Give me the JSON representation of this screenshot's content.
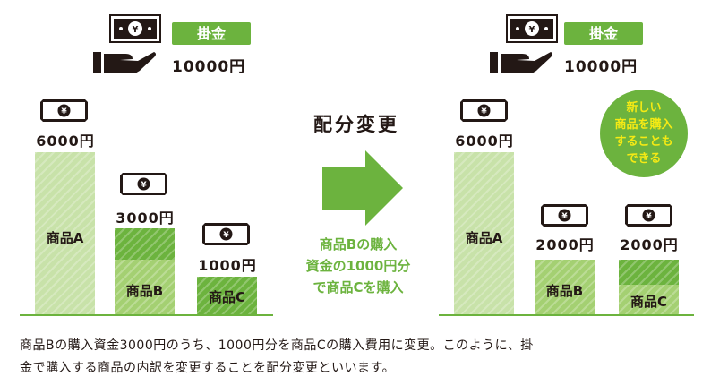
{
  "title": "配分変更",
  "before": {
    "total_label": "掛金",
    "total_amount": "10000円",
    "items": [
      {
        "name": "商品A",
        "amount": "6000円"
      },
      {
        "name": "商品B",
        "amount": "3000円"
      },
      {
        "name": "商品C",
        "amount": "1000円"
      }
    ]
  },
  "after": {
    "total_label": "掛金",
    "total_amount": "10000円",
    "items": [
      {
        "name": "商品A",
        "amount": "6000円"
      },
      {
        "name": "商品B",
        "amount": "2000円"
      },
      {
        "name": "商品C",
        "amount": "2000円"
      }
    ],
    "note_bubble": [
      "新しい",
      "商品を購入",
      "することも",
      "できる"
    ]
  },
  "arrow_note": [
    "商品Bの購入",
    "資金の1000円分",
    "で商品Cを購入"
  ],
  "caption": [
    "商品Bの購入資金3000円のうち、1000円分を商品Cの購入費用に変更。このように、掛",
    "金で購入する商品の内訳を変更することを配分変更といいます。"
  ],
  "colors": {
    "accent": "#6cb33e",
    "light": "#c8e2a9",
    "mid": "#a4d072",
    "bubble_text": "#f5ea14"
  }
}
